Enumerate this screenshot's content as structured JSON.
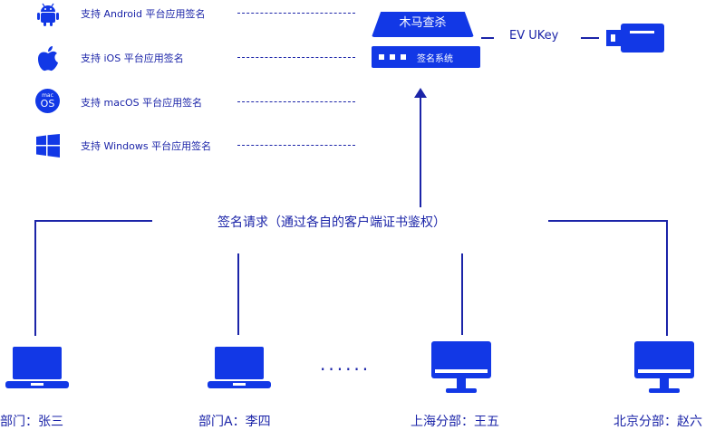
{
  "platforms": [
    {
      "icon": "android-icon",
      "label": "支持 Android 平台应用签名"
    },
    {
      "icon": "apple-icon",
      "label": "支持 iOS 平台应用签名"
    },
    {
      "icon": "macos-icon",
      "label": "支持 macOS 平台应用签名",
      "badge_top": "mac",
      "badge_bottom": "OS"
    },
    {
      "icon": "windows-icon",
      "label": "支持 Windows 平台应用签名"
    }
  ],
  "server": {
    "title": "木马查杀",
    "subsystem_label": "签名系统"
  },
  "ukey": {
    "label": "EV UKey"
  },
  "request": {
    "label": "签名请求（通过各自的客户端证书鉴权）"
  },
  "ellipsis": "......",
  "devices": [
    {
      "type": "laptop-icon",
      "label": "部门：张三"
    },
    {
      "type": "laptop-icon",
      "label": "部门A：李四"
    },
    {
      "type": "monitor-icon",
      "label": "上海分部：王五"
    },
    {
      "type": "monitor-icon",
      "label": "北京分部：赵六"
    }
  ],
  "colors": {
    "primary": "#1238e6",
    "line": "#1b24a8"
  }
}
